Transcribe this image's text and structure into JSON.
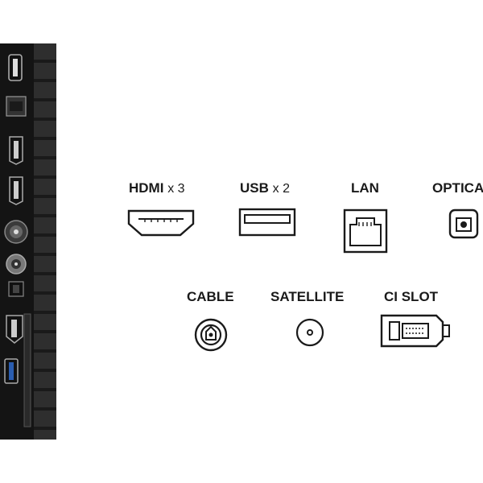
{
  "connectors": {
    "hdmi": {
      "name": "HDMI",
      "count_text": "x 3",
      "icon": "hdmi-icon"
    },
    "usb": {
      "name": "USB",
      "count_text": "x 2",
      "icon": "usb-icon"
    },
    "lan": {
      "label": "LAN",
      "icon": "lan-icon"
    },
    "optical": {
      "label": "OPTICA",
      "icon": "optical-icon"
    },
    "cable": {
      "label": "CABLE",
      "icon": "cable-icon"
    },
    "satellite": {
      "label": "SATELLITE",
      "icon": "satellite-icon"
    },
    "ci_slot": {
      "label": "CI SLOT",
      "icon": "ci-slot-icon"
    }
  },
  "colors": {
    "panel": "#1c1c1c",
    "usb3_port": "#2a5db0",
    "text": "#1a1a1a"
  }
}
